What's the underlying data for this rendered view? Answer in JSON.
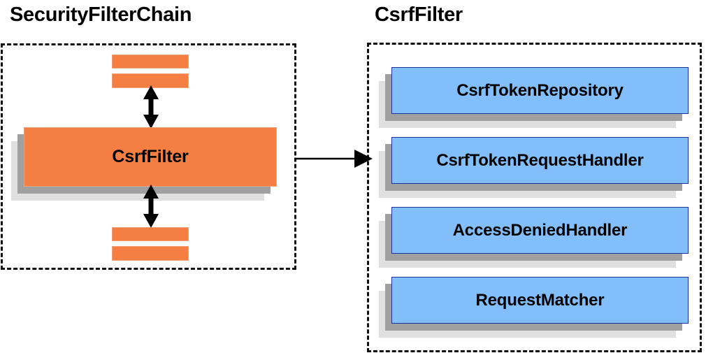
{
  "diagram": {
    "title_left": "SecurityFilterChain",
    "title_right": "CsrfFilter",
    "colors": {
      "orange_fill": "#f57f43",
      "orange_border": "#f0a077",
      "blue_fill": "#82bef9",
      "blue_border": "#1a339c",
      "shadow_dark": "#a0a0a0",
      "shadow_light": "#e0e0e0",
      "dashed_border": "#111111",
      "text": "#000000"
    },
    "left_panel": {
      "title": "SecurityFilterChain",
      "main_component": "CsrfFilter",
      "neighbor_bars_above": [
        "filter-bar",
        "filter-bar"
      ],
      "neighbor_bars_below": [
        "filter-bar",
        "filter-bar"
      ],
      "arrow_up": "bidirectional-vertical-arrow",
      "arrow_down": "bidirectional-vertical-arrow"
    },
    "connector": {
      "type": "arrow-right",
      "from": "CsrfFilter",
      "to": "CsrfFilter collaborators"
    },
    "right_panel": {
      "title": "CsrfFilter",
      "components": [
        {
          "label": "CsrfTokenRepository"
        },
        {
          "label": "CsrfTokenRequestHandler"
        },
        {
          "label": "AccessDeniedHandler"
        },
        {
          "label": "RequestMatcher"
        }
      ]
    }
  }
}
